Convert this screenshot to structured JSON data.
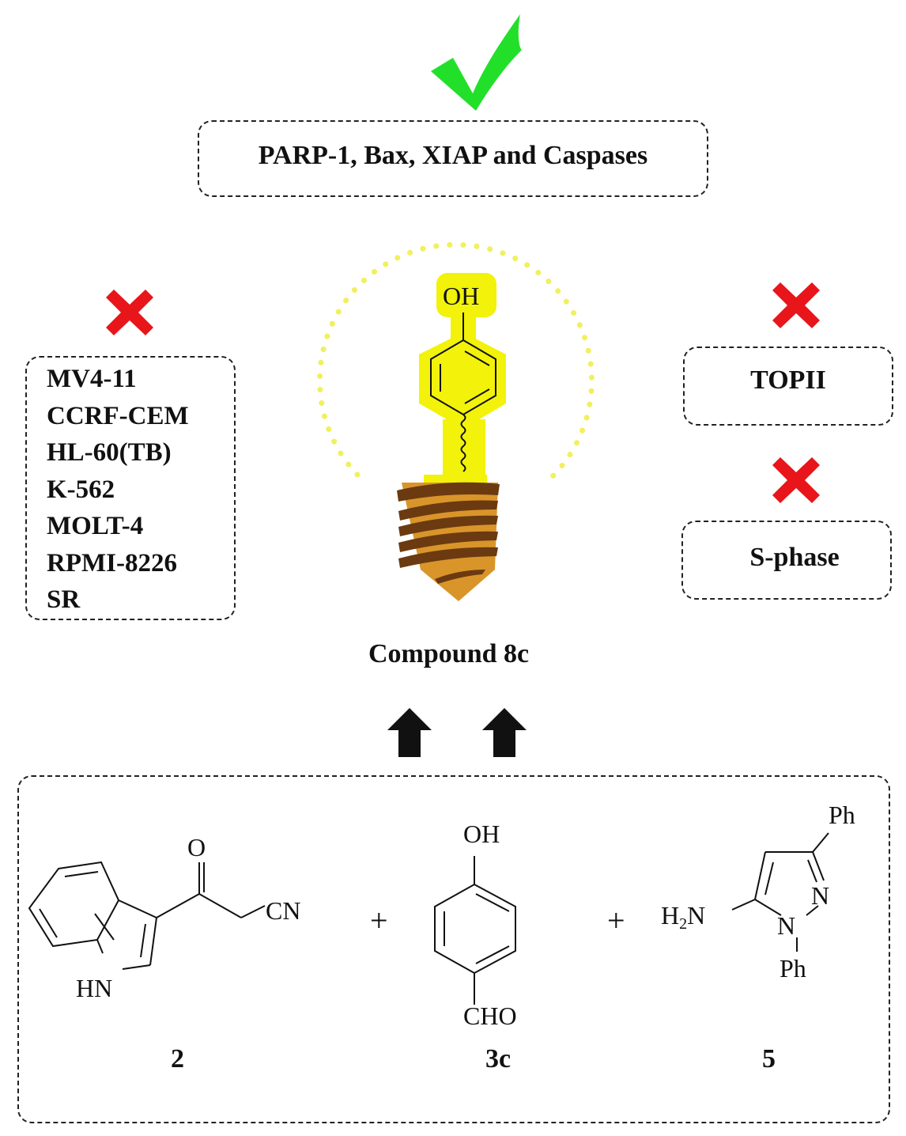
{
  "top": {
    "status_icon": "green-checkmark",
    "label": "PARP-1, Bax, XIAP and Caspases"
  },
  "left": {
    "status_icon": "red-cross",
    "cell_lines": [
      "MV4-11",
      "CCRF-CEM",
      "HL-60(TB)",
      "K-562",
      "MOLT-4",
      "RPMI-8226",
      "SR"
    ]
  },
  "right": {
    "items": [
      {
        "status_icon": "red-cross",
        "label": "TOPII"
      },
      {
        "status_icon": "red-cross",
        "label": "S-phase"
      }
    ]
  },
  "center": {
    "bulb_group_label": "OH",
    "compound_label": "Compound 8c"
  },
  "arrows": {
    "icon": "up-arrow",
    "count": 2
  },
  "reactants": {
    "plus_sign": "+",
    "items": [
      {
        "id": "2",
        "groups": {
          "ketone": "O",
          "nitrile": "CN",
          "amine": "HN"
        }
      },
      {
        "id": "3c",
        "groups": {
          "top": "OH",
          "bottom": "CHO"
        }
      },
      {
        "id": "5",
        "groups": {
          "amine": "H2N",
          "n1": "N",
          "n2": "N",
          "ph_top": "Ph",
          "ph_bottom": "Ph"
        }
      }
    ]
  },
  "colors": {
    "check": "#22e02a",
    "cross": "#e8151b",
    "bulb_glow": "#f2f20a",
    "bulb_dots": "#f0f060",
    "base": "#d9952a",
    "thread": "#6b3a10"
  }
}
